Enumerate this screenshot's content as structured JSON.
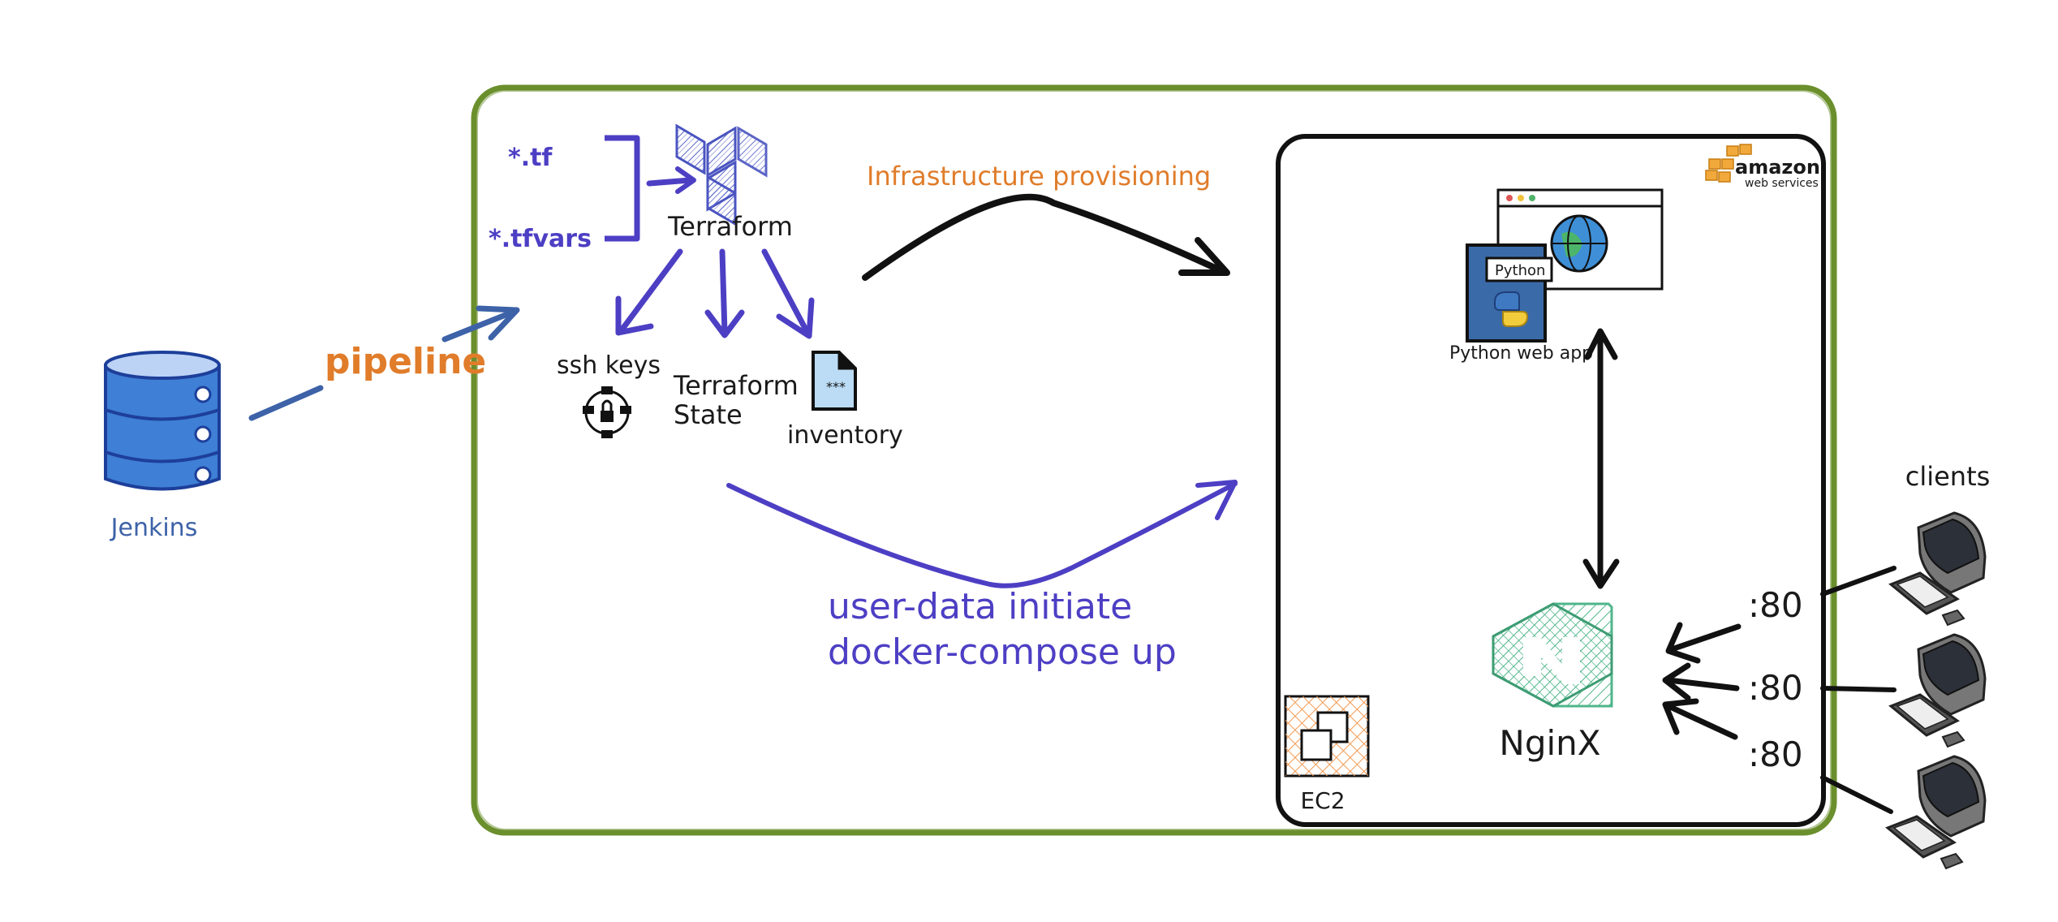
{
  "colors": {
    "outer_frame": "#6a8f2c",
    "aws_frame": "#111111",
    "jenkins_blue": "#3f7fd6",
    "purple": "#4d3fc4",
    "orange": "#e07c2a",
    "nginx_green": "#4fb58a",
    "ec2_orange": "#f29a52",
    "aws_yellow": "#f2a93b"
  },
  "jenkins": {
    "label": "Jenkins",
    "icon": "database-icon"
  },
  "pipeline": {
    "label": "pipeline"
  },
  "inputs": {
    "tf": "*.tf",
    "tfvars": "*.tfvars"
  },
  "terraform": {
    "label": "Terraform",
    "outputs": {
      "ssh_keys": "ssh keys",
      "state_line1": "Terraform",
      "state_line2": "State",
      "inventory": "inventory"
    }
  },
  "flows": {
    "infra_provisioning": "Infrastructure provisioning",
    "userdata_line1": "user-data initiate",
    "userdata_line2": "docker-compose up"
  },
  "aws": {
    "logo_word": "amazon",
    "logo_sub": "web services",
    "webapp": {
      "badge": "Python",
      "label": "Python web app"
    },
    "nginx": {
      "label": "NginX"
    },
    "ec2": {
      "label": "EC2"
    }
  },
  "clients": {
    "label": "clients",
    "ports": [
      ":80",
      ":80",
      ":80"
    ]
  }
}
